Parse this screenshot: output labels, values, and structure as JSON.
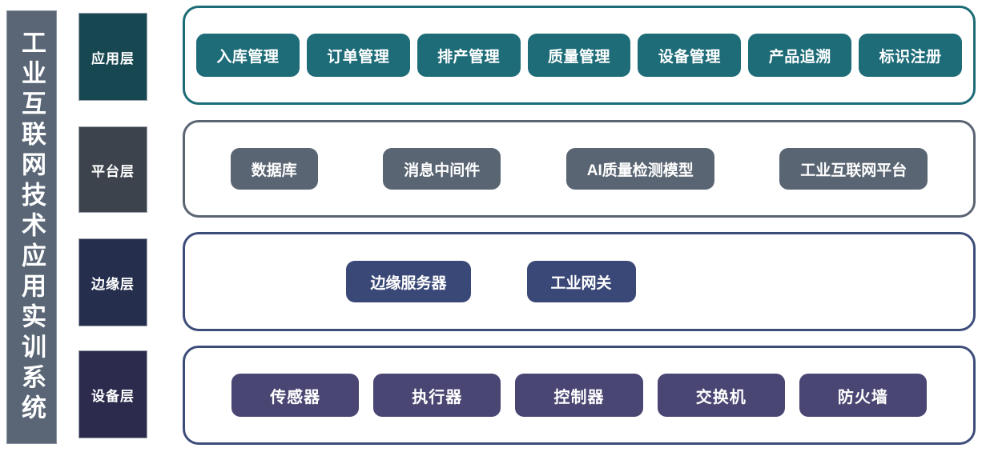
{
  "system": {
    "title": "工业互联网技术应用实训系统"
  },
  "layers": [
    {
      "key": "application",
      "label": "应用层",
      "label_bg": "#174750",
      "panel_border": "#1c6b77",
      "chip_bg": "#1d6c78",
      "items": [
        "入库管理",
        "订单管理",
        "排产管理",
        "质量管理",
        "设备管理",
        "产品追溯",
        "标识注册"
      ]
    },
    {
      "key": "platform",
      "label": "平台层",
      "label_bg": "#3d434c",
      "panel_border": "#5b6472",
      "chip_bg": "#5a6573",
      "items": [
        "数据库",
        "消息中间件",
        "AI质量检测模型",
        "工业互联网平台"
      ]
    },
    {
      "key": "edge",
      "label": "边缘层",
      "label_bg": "#252f4d",
      "panel_border": "#3d4d7a",
      "chip_bg": "#3a4877",
      "items": [
        "边缘服务器",
        "工业网关"
      ]
    },
    {
      "key": "device",
      "label": "设备层",
      "label_bg": "#2c2b4d",
      "panel_border": "#3d4d7a",
      "chip_bg": "#4a4673",
      "items": [
        "传感器",
        "执行器",
        "控制器",
        "交换机",
        "防火墙"
      ]
    }
  ],
  "colors": {
    "page_background": "#ffffff",
    "title_bar_bg": "#5a6676",
    "title_bar_border": "#8a93a0",
    "label_border": "#9aa2ad",
    "chip_text": "#ffffff"
  }
}
